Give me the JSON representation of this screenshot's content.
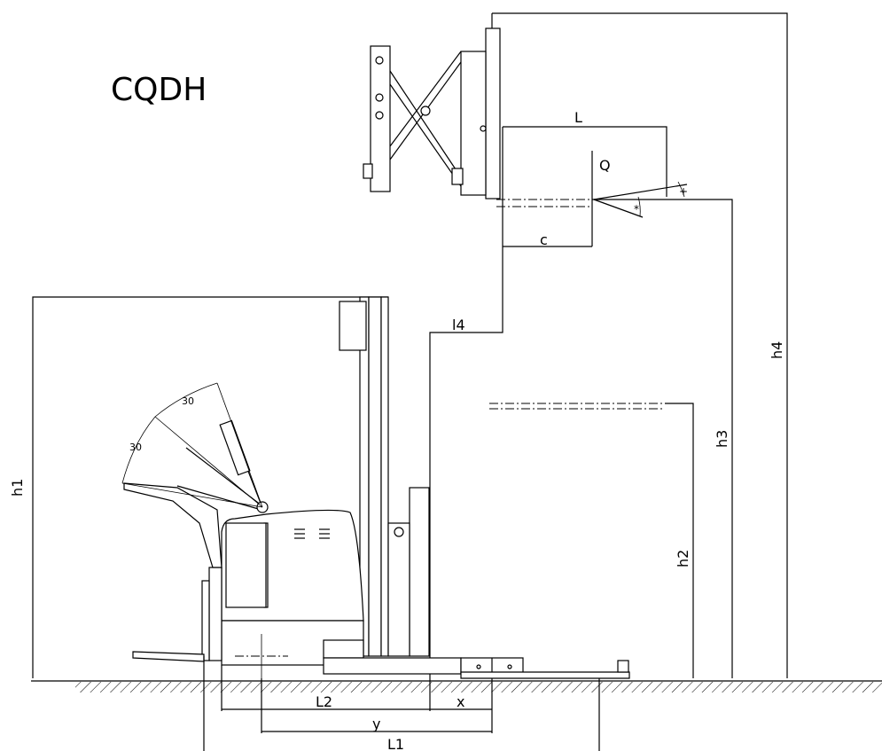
{
  "diagram": {
    "model": "CQDH",
    "dimensions": {
      "h1": "h1",
      "h2": "h2",
      "h3": "h3",
      "h4": "h4",
      "l4": "l4",
      "L": "L",
      "Q": "Q",
      "c": "c",
      "L1": "L1",
      "L2": "L2",
      "y": "y",
      "x": "x"
    },
    "angle_marks": {
      "a30": "30",
      "a35": "30"
    }
  }
}
